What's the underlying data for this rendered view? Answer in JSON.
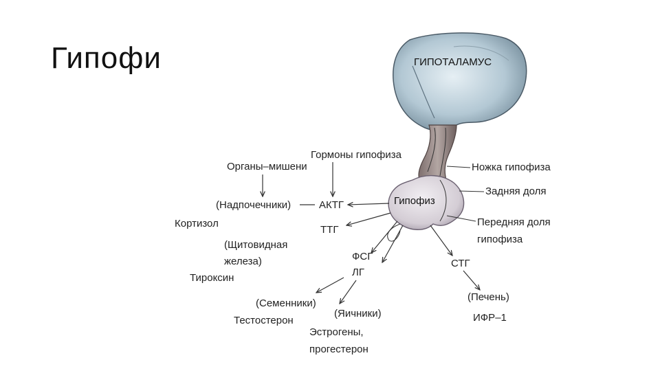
{
  "slide": {
    "title": "Гипофи"
  },
  "diagram": {
    "hypothalamus": "ГИПОТАЛАМУС",
    "pituitary": "Гипофиз",
    "pituitary_hormones": "Гормоны гипофиза",
    "target_organs": "Органы–мишени",
    "stalk": "Ножка гипофиза",
    "posterior_lobe": "Задняя доля",
    "anterior_lobe_line1": "Передняя доля",
    "anterior_lobe_line2": "гипофиза",
    "actg": "АКТГ",
    "adrenals": "(Надпочечники)",
    "cortisol": "Кортизол",
    "ttg": "ТТГ",
    "thyroid_line1": "(Щитовидная",
    "thyroid_line2": "железа)",
    "thyroxine": "Тироксин",
    "fsg": "ФСГ",
    "lg": "ЛГ",
    "testes": "(Семенники)",
    "testosterone": "Тестостерон",
    "ovaries": "(Яичники)",
    "estrogens_line1": "Эстрогены,",
    "estrogens_line2": "прогестерон",
    "stg": "СТГ",
    "liver": "(Печень)",
    "igf": "ИФР–1"
  },
  "colors": {
    "hypothalamus_fill": "#b9cdd8",
    "pituitary_fill": "#dcd6dc",
    "stalk_fill": "#9a8c8a",
    "text": "#222222"
  }
}
